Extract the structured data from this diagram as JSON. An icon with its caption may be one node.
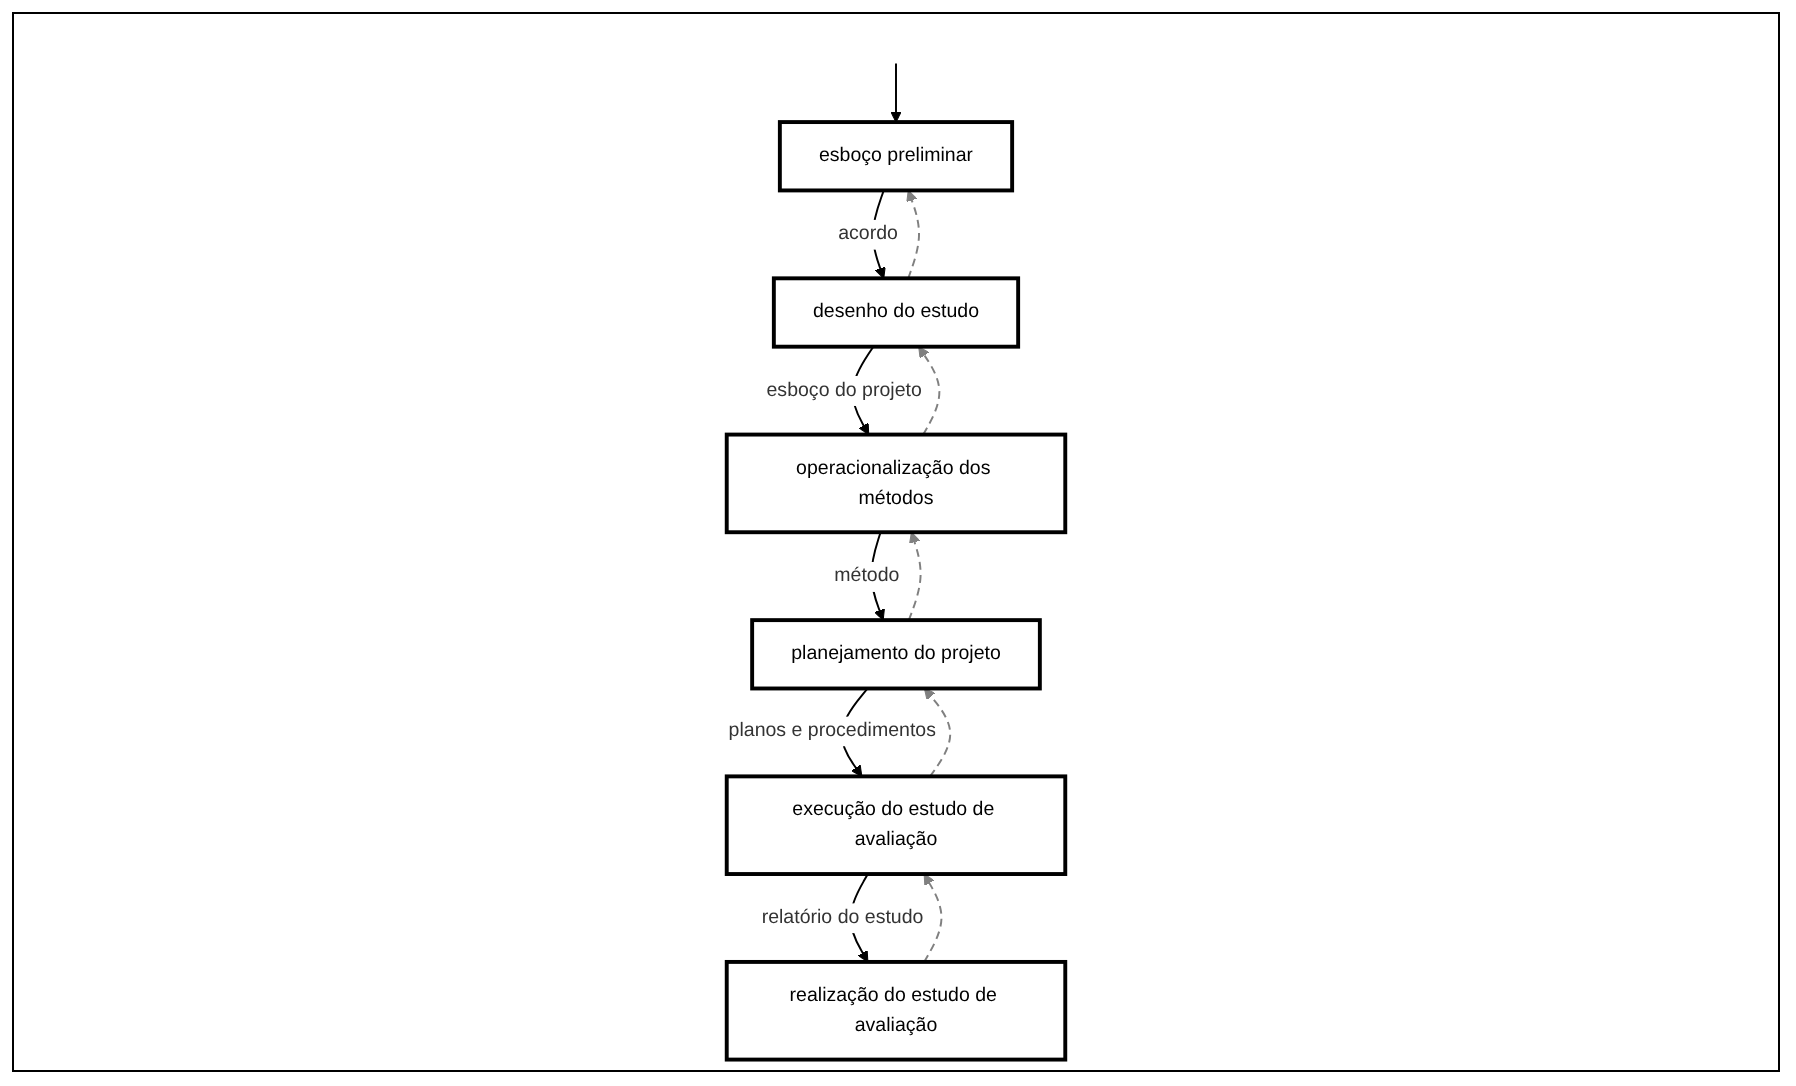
{
  "diagram": {
    "nodes": [
      {
        "text": [
          "esboço preliminar"
        ]
      },
      {
        "text": [
          "desenho do estudo"
        ]
      },
      {
        "text": [
          "operacionalização dos métodos"
        ]
      },
      {
        "text": [
          "planejamento do projeto"
        ]
      },
      {
        "text": [
          "execução do estudo de avaliação"
        ]
      },
      {
        "text": [
          "realização do estudo de avaliação"
        ]
      }
    ],
    "edges": [
      {
        "from": null,
        "to": 0,
        "arrow": "to"
      },
      {
        "from": 0,
        "to": 1,
        "arrow": "to",
        "label": "acordo"
      },
      {
        "from": 1,
        "to": 2,
        "arrow": "to",
        "label": "esboço do projeto"
      },
      {
        "from": 2,
        "to": 3,
        "arrow": "to",
        "label": "método"
      },
      {
        "from": 3,
        "to": 4,
        "arrow": "to",
        "label": "planos e procedimentos"
      },
      {
        "from": 4,
        "to": 5,
        "arrow": "to",
        "label": "relatório do estudo"
      },
      {
        "from": 1,
        "to": 0,
        "arrow": "to",
        "style": "dashed",
        "color": "#808080"
      },
      {
        "from": 2,
        "to": 1,
        "arrow": "to",
        "style": "dashed",
        "color": "#808080"
      },
      {
        "from": 3,
        "to": 2,
        "arrow": "to",
        "style": "dashed",
        "color": "#808080"
      },
      {
        "from": 4,
        "to": 3,
        "arrow": "to",
        "style": "dashed",
        "color": "#808080"
      },
      {
        "from": 5,
        "to": 4,
        "arrow": "to",
        "style": "dashed",
        "color": "#808080"
      }
    ]
  }
}
